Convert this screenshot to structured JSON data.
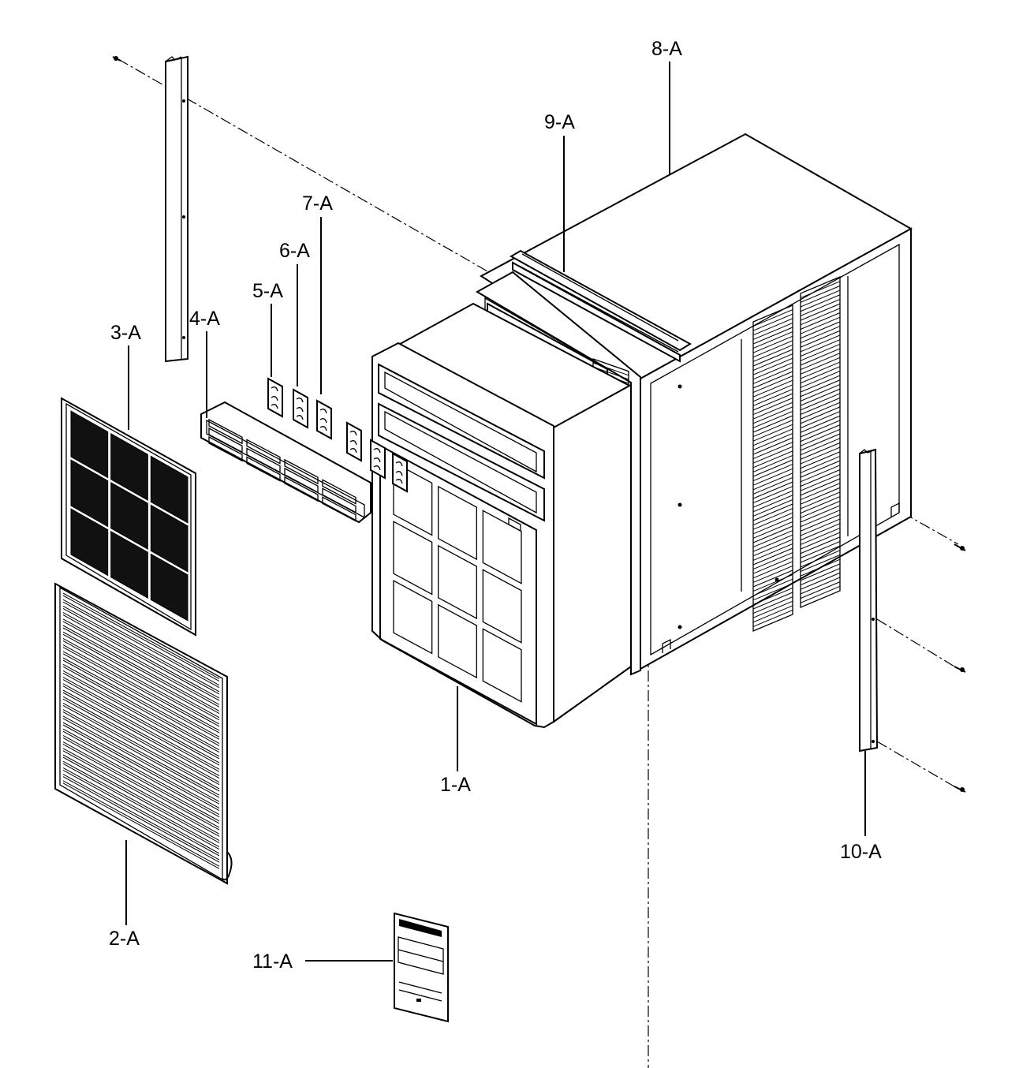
{
  "diagram": {
    "labels": {
      "p1": "1-A",
      "p2": "2-A",
      "p3": "3-A",
      "p4": "4-A",
      "p5": "5-A",
      "p6": "6-A",
      "p7": "7-A",
      "p8": "8-A",
      "p9": "9-A",
      "p10": "10-A",
      "p11": "11-A"
    },
    "parts": [
      {
        "id": "1-A",
        "depicts": "front-panel-frame"
      },
      {
        "id": "2-A",
        "depicts": "front-grille"
      },
      {
        "id": "3-A",
        "depicts": "air-filter"
      },
      {
        "id": "4-A",
        "depicts": "air-discharge-louver"
      },
      {
        "id": "5-A",
        "depicts": "louver-blade"
      },
      {
        "id": "6-A",
        "depicts": "louver-blade"
      },
      {
        "id": "7-A",
        "depicts": "louver-blade"
      },
      {
        "id": "8-A",
        "depicts": "cabinet"
      },
      {
        "id": "9-A",
        "depicts": "top-seal-strip"
      },
      {
        "id": "10-A",
        "depicts": "side-rail"
      },
      {
        "id": "11-A",
        "depicts": "rating-label"
      }
    ]
  }
}
